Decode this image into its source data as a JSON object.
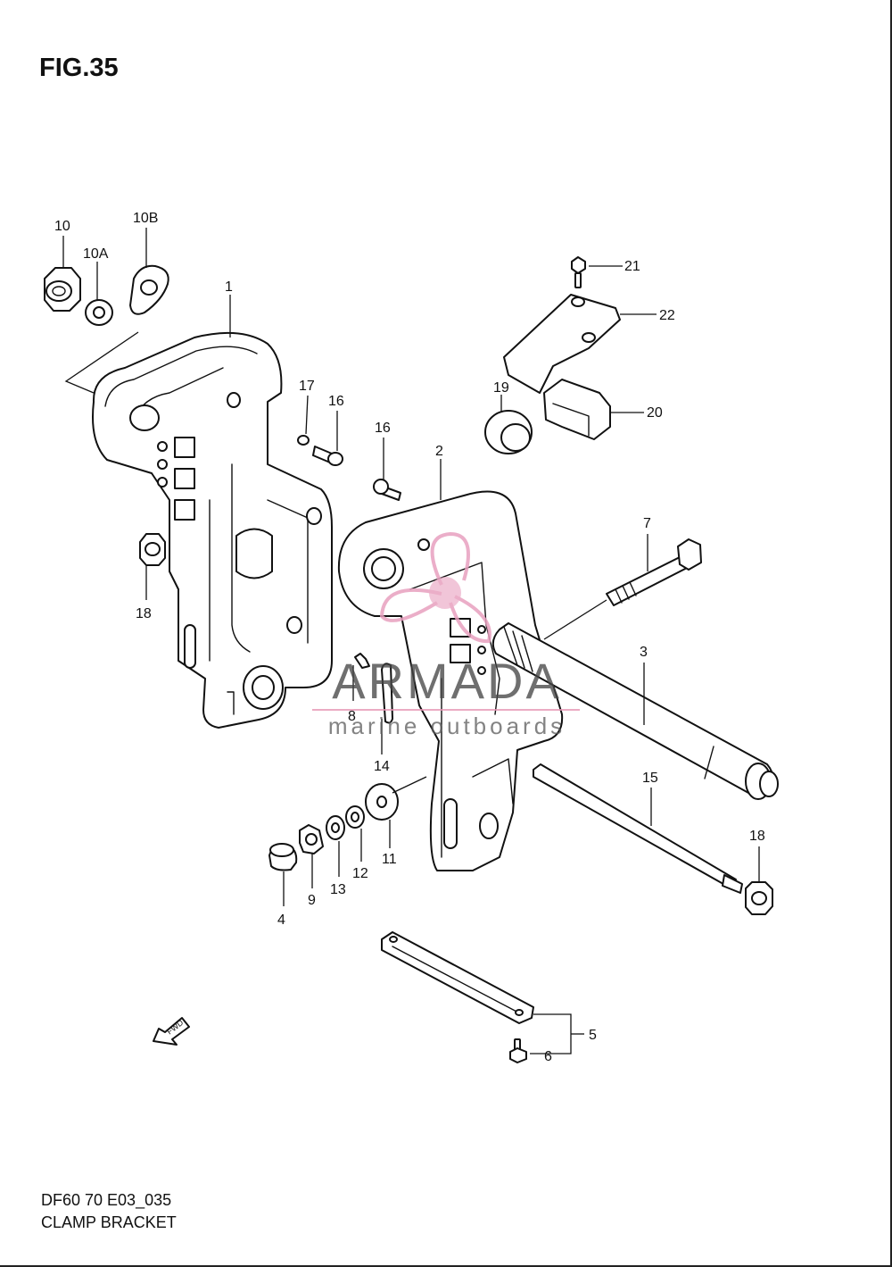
{
  "figure": {
    "title": "FIG.35"
  },
  "watermark": {
    "brand": "ARMADA",
    "tagline": "marine outboards"
  },
  "callouts": {
    "c1": "1",
    "c2": "2",
    "c3": "3",
    "c4": "4",
    "c5": "5",
    "c6": "6",
    "c7": "7",
    "c8": "8",
    "c9": "9",
    "c10": "10",
    "c10a": "10A",
    "c10b": "10B",
    "c11": "11",
    "c12": "12",
    "c13": "13",
    "c14": "14",
    "c15": "15",
    "c16a": "16",
    "c16b": "16",
    "c17": "17",
    "c18a": "18",
    "c18b": "18",
    "c19": "19",
    "c20": "20",
    "c21": "21",
    "c22": "22"
  },
  "fwd_label": "FWD",
  "footer": {
    "code": "DF60 70 E03_035",
    "name": "CLAMP BRACKET"
  },
  "colors": {
    "line": "#111111",
    "watermark_pink": "#e8a0bf",
    "watermark_gray": "#555555"
  }
}
